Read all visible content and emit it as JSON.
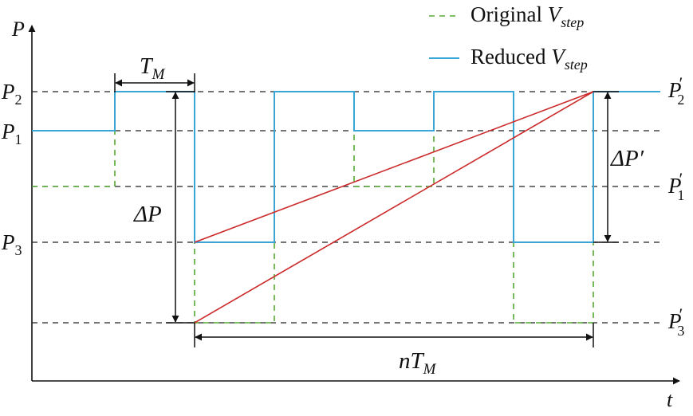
{
  "axes": {
    "y_label": "P",
    "x_label": "t"
  },
  "levels_left": [
    {
      "base": "P",
      "sub": "2"
    },
    {
      "base": "P",
      "sub": "1"
    },
    {
      "base": "P",
      "sub": "3"
    }
  ],
  "levels_right": [
    {
      "base": "P",
      "prime": "′",
      "sub": "2"
    },
    {
      "base": "P",
      "prime": "′",
      "sub": "1"
    },
    {
      "base": "P",
      "prime": "′",
      "sub": "3"
    }
  ],
  "annotations": {
    "tm_base": "T",
    "tm_sub": "M",
    "delta_p": "ΔP",
    "delta_p_prime": "ΔP′",
    "ntm_base": "nT",
    "ntm_sub": "M"
  },
  "legend": [
    {
      "text": "Original ",
      "var": "V",
      "sub": "step",
      "style": "dashed",
      "color": "#55aa33"
    },
    {
      "text": "Reduced ",
      "var": "V",
      "sub": "step",
      "style": "solid",
      "color": "#3aa6d8"
    }
  ],
  "colors": {
    "original": "#55aa33",
    "reduced": "#3aa6d8",
    "slope_lines": "#cc2a2a",
    "reference": "#222222"
  }
}
